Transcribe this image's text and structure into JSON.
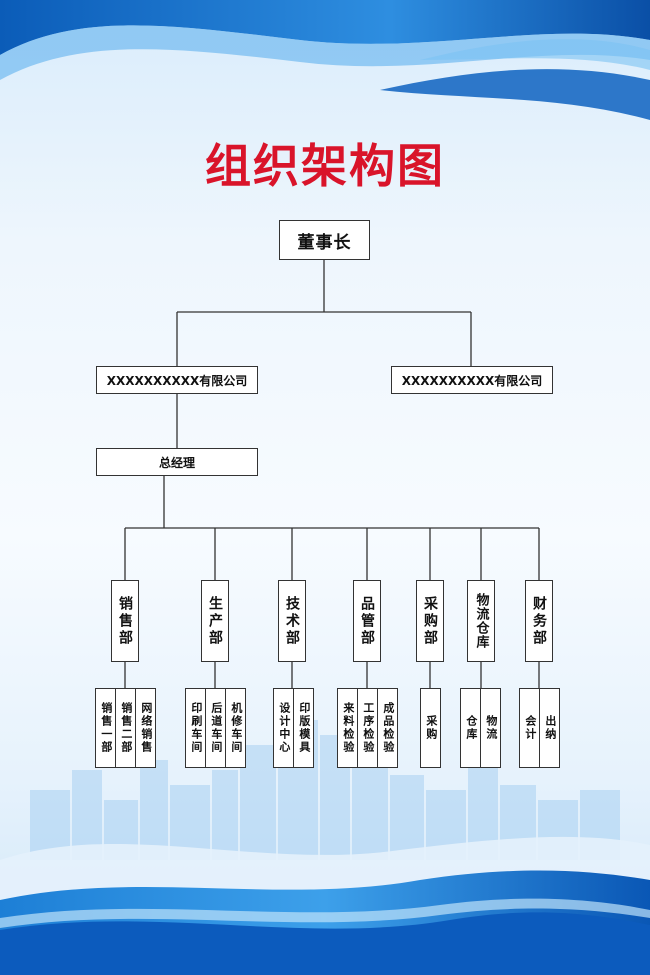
{
  "title": "组织架构图",
  "colors": {
    "title": "#d9142a",
    "accent_blue": "#1f6fc8",
    "line": "#333333"
  },
  "chart": {
    "chairman": "董事长",
    "companies": [
      "XXXXXXXXXX有限公司",
      "XXXXXXXXXX有限公司"
    ],
    "general_manager": "总经理",
    "departments": [
      {
        "name": "销售部",
        "units": [
          "销售一部",
          "销售二部",
          "网络销售"
        ]
      },
      {
        "name": "生产部",
        "units": [
          "印刷车间",
          "后道车间",
          "机修车间"
        ]
      },
      {
        "name": "技术部",
        "units": [
          "设计中心",
          "印版模具"
        ]
      },
      {
        "name": "品管部",
        "units": [
          "来料检验",
          "工序检验",
          "成品检验"
        ]
      },
      {
        "name": "采购部",
        "units": [
          "采购"
        ]
      },
      {
        "name": "物流仓库",
        "units": [
          "仓库",
          "物流"
        ]
      },
      {
        "name": "财务部",
        "units": [
          "会计",
          "出纳"
        ]
      }
    ]
  }
}
